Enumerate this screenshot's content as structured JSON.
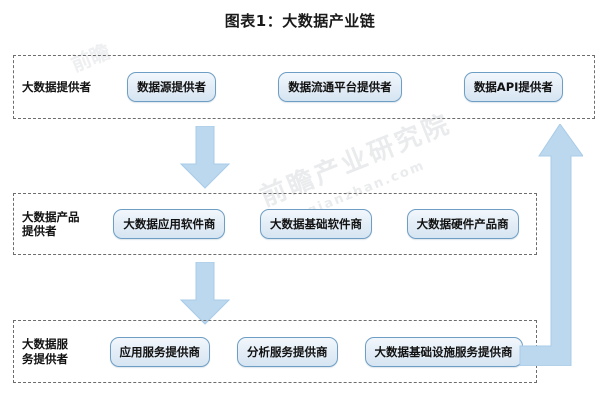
{
  "title": "图表1：大数据产业链",
  "watermark": {
    "line1": "前瞻产业研究院",
    "line2": "qianzhan.com",
    "corner": "前瞻"
  },
  "colors": {
    "arrow_fill": "#bcd8ee",
    "arrow_stroke": "#9cc4e4",
    "node_border": "#6f9ec4",
    "node_fill": "#e2ecf6",
    "group_border": "#6d6d6d",
    "text": "#111111",
    "background": "#ffffff"
  },
  "chart_data": {
    "type": "diagram",
    "title": "图表1：大数据产业链",
    "layout": "three stacked dashed tiers, top-to-bottom flow arrows on the left-center, one long feedback arrow up the right side",
    "tiers": [
      {
        "label": "大数据提供者",
        "nodes": [
          "数据源提供者",
          "数据流通平台提供者",
          "数据API提供者"
        ]
      },
      {
        "label": "大数据产品\n提供者",
        "nodes": [
          "大数据应用软件商",
          "大数据基础软件商",
          "大数据硬件产品商"
        ]
      },
      {
        "label": "大数据服\n务提供者",
        "nodes": [
          "应用服务提供商",
          "分析服务提供商",
          "大数据基础设施服务提供商"
        ]
      }
    ],
    "arrows": [
      {
        "name": "tier1-to-tier2",
        "direction": "down",
        "from": "大数据提供者",
        "to": "大数据产品提供者"
      },
      {
        "name": "tier2-to-tier3",
        "direction": "down",
        "from": "大数据产品提供者",
        "to": "大数据服务提供者"
      },
      {
        "name": "tier3-to-tier1-feedback",
        "direction": "up",
        "from": "大数据服务提供者",
        "to": "大数据提供者"
      }
    ]
  }
}
